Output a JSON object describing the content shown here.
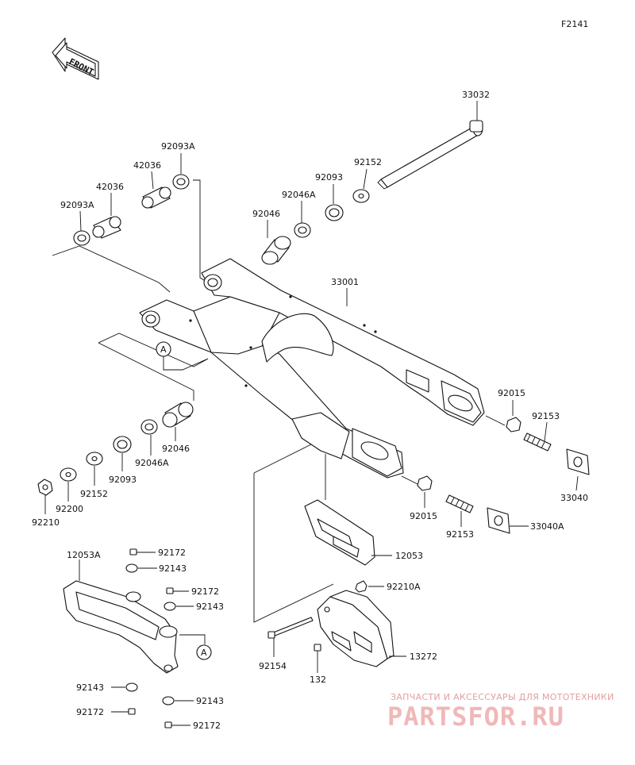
{
  "figure_code": "F2141",
  "front_label": "FRONT",
  "callout_a": "A",
  "labels": {
    "p33032": "33032",
    "p92152_top": "92152",
    "p92093_top": "92093",
    "p92046A_top": "92046A",
    "p92046_top": "92046",
    "p92093A_top": "92093A",
    "p42036_top": "42036",
    "p42036_left": "42036",
    "p92093A_left": "92093A",
    "p33001": "33001",
    "p92015_right": "92015",
    "p92153_right": "92153",
    "p33040": "33040",
    "p92015_mid": "92015",
    "p92153_mid": "92153",
    "p33040A": "33040A",
    "p12053": "12053",
    "p92046_low": "92046",
    "p92046A_low": "92046A",
    "p92093_low": "92093",
    "p92152_low": "92152",
    "p92200": "92200",
    "p92210": "92210",
    "p12053A": "12053A",
    "p92172_a": "92172",
    "p92143_a": "92143",
    "p92172_b": "92172",
    "p92143_b": "92143",
    "p92143_c": "92143",
    "p92143_d": "92143",
    "p92172_c": "92172",
    "p92172_d": "92172",
    "p92210A": "92210A",
    "p13272": "13272",
    "p92154": "92154",
    "p132": "132"
  },
  "watermark": {
    "line1": "ЗАПЧАСТИ И АКСЕССУАРЫ ДЛЯ МОТОТЕХНИКИ",
    "line2": "PARTSFOR.RU"
  },
  "colors": {
    "line": "#111111",
    "watermark": "#f0b8b8"
  }
}
